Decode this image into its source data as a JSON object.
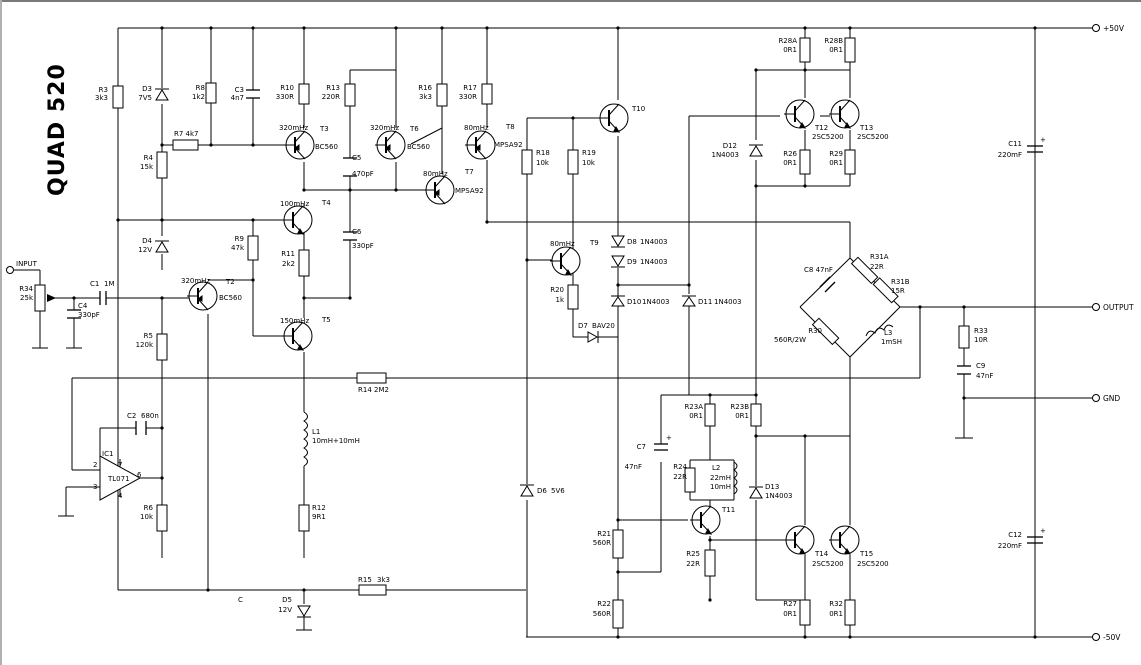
{
  "title": "QUAD 520",
  "rails": {
    "pos": "+50V",
    "neg": "-50V",
    "out": "OUTPUT",
    "gnd": "GND",
    "in": "INPUT"
  },
  "node_c": "C",
  "resistors": [
    {
      "id": "r3",
      "name": "R3",
      "value": "3k3"
    },
    {
      "id": "r8",
      "name": "R8",
      "value": "1k2"
    },
    {
      "id": "r7",
      "name": "R7 4k7",
      "value": ""
    },
    {
      "id": "r4",
      "name": "R4",
      "value": "15k"
    },
    {
      "id": "r10",
      "name": "R10",
      "value": "330R"
    },
    {
      "id": "r13",
      "name": "R13",
      "value": "220R"
    },
    {
      "id": "r16",
      "name": "R16",
      "value": "3k3"
    },
    {
      "id": "r17",
      "name": "R17",
      "value": "330R"
    },
    {
      "id": "r18",
      "name": "R18",
      "value": "10k"
    },
    {
      "id": "r19",
      "name": "R19",
      "value": "10k"
    },
    {
      "id": "r9",
      "name": "R9",
      "value": "47k"
    },
    {
      "id": "r11",
      "name": "R11",
      "value": "2k2"
    },
    {
      "id": "r34",
      "name": "R34",
      "value": "25k"
    },
    {
      "id": "r5",
      "name": "R5",
      "value": "120k"
    },
    {
      "id": "r6",
      "name": "R6",
      "value": "10k"
    },
    {
      "id": "r12",
      "name": "R12",
      "value": "9R1"
    },
    {
      "id": "r14",
      "name": "R14 2M2",
      "value": ""
    },
    {
      "id": "r15",
      "name": "R15",
      "value": "3k3"
    },
    {
      "id": "r20",
      "name": "R20",
      "value": "1k"
    },
    {
      "id": "r28a",
      "name": "R28A",
      "value": "0R1"
    },
    {
      "id": "r28b",
      "name": "R28B",
      "value": "0R1"
    },
    {
      "id": "r26",
      "name": "R26",
      "value": "0R1"
    },
    {
      "id": "r29",
      "name": "R29",
      "value": "0R1"
    },
    {
      "id": "r31a",
      "name": "R31A",
      "value": "22R"
    },
    {
      "id": "r31b",
      "name": "R31B",
      "value": "15R"
    },
    {
      "id": "r30",
      "name": "R30",
      "value": "560R/2W"
    },
    {
      "id": "r33",
      "name": "R33",
      "value": "10R"
    },
    {
      "id": "r23a",
      "name": "R23A",
      "value": "0R1"
    },
    {
      "id": "r23b",
      "name": "R23B",
      "value": "0R1"
    },
    {
      "id": "r24",
      "name": "R24",
      "value": "22R"
    },
    {
      "id": "r21",
      "name": "R21",
      "value": "560R"
    },
    {
      "id": "r25",
      "name": "R25",
      "value": "22R"
    },
    {
      "id": "r22",
      "name": "R22",
      "value": "560R"
    },
    {
      "id": "r27",
      "name": "R27",
      "value": "0R1"
    },
    {
      "id": "r32",
      "name": "R32",
      "value": "0R1"
    }
  ],
  "capacitors": [
    {
      "id": "c3",
      "name": "C3",
      "value": "4n7"
    },
    {
      "id": "c1",
      "name": "C1",
      "value": "1M"
    },
    {
      "id": "c4",
      "name": "C4",
      "value": "330pF"
    },
    {
      "id": "c5",
      "name": "C5",
      "value": "470pF"
    },
    {
      "id": "c6",
      "name": "C6",
      "value": "330pF"
    },
    {
      "id": "c2",
      "name": "C2",
      "value": "680n"
    },
    {
      "id": "c7",
      "name": "C7",
      "value": "47nF"
    },
    {
      "id": "c8",
      "name": "C8 47nF",
      "value": ""
    },
    {
      "id": "c9",
      "name": "C9",
      "value": "47nF"
    },
    {
      "id": "c11",
      "name": "C11",
      "value": "220mF"
    },
    {
      "id": "c12",
      "name": "C12",
      "value": "220mF"
    }
  ],
  "diodes": [
    {
      "id": "d3",
      "name": "D3",
      "value": "7V5"
    },
    {
      "id": "d4",
      "name": "D4",
      "value": "12V"
    },
    {
      "id": "d5",
      "name": "D5",
      "value": "12V"
    },
    {
      "id": "d6",
      "name": "D6",
      "value": "5V6"
    },
    {
      "id": "d7",
      "name": "D7",
      "value": "BAV20"
    },
    {
      "id": "d8",
      "name": "D8",
      "value": "1N4003"
    },
    {
      "id": "d9",
      "name": "D9",
      "value": "1N4003"
    },
    {
      "id": "d10",
      "name": "D10",
      "value": "1N4003"
    },
    {
      "id": "d11",
      "name": "D11",
      "value": "1N4003"
    },
    {
      "id": "d12",
      "name": "D12",
      "value": "1N4003"
    },
    {
      "id": "d13",
      "name": "D13",
      "value": "1N4003"
    }
  ],
  "transistors": [
    {
      "id": "t3",
      "name": "T3",
      "type": "BC560",
      "hint": "320mHz"
    },
    {
      "id": "t6",
      "name": "T6",
      "type": "BC560",
      "hint": "320mHz"
    },
    {
      "id": "t8",
      "name": "T8",
      "type": "MPSA92",
      "hint": "80mHz"
    },
    {
      "id": "t7",
      "name": "T7",
      "type": "MPSA92",
      "hint": "80mHz"
    },
    {
      "id": "t4",
      "name": "T4",
      "type": "",
      "hint": "100mHz"
    },
    {
      "id": "t2",
      "name": "T2",
      "type": "BC560",
      "hint": "320mHz"
    },
    {
      "id": "t5",
      "name": "T5",
      "type": "",
      "hint": "150mHz"
    },
    {
      "id": "t10",
      "name": "T10",
      "type": "",
      "hint": ""
    },
    {
      "id": "t9",
      "name": "T9",
      "type": "",
      "hint": "80mHz"
    },
    {
      "id": "t12",
      "name": "T12",
      "type": "2SC5200",
      "hint": ""
    },
    {
      "id": "t13",
      "name": "T13",
      "type": "2SC5200",
      "hint": ""
    },
    {
      "id": "t11",
      "name": "T11",
      "type": "",
      "hint": ""
    },
    {
      "id": "t14",
      "name": "T14",
      "type": "2SC5200",
      "hint": ""
    },
    {
      "id": "t15",
      "name": "T15",
      "type": "2SC5200",
      "hint": ""
    }
  ],
  "inductors": [
    {
      "id": "l1",
      "name": "L1",
      "value": "10mH+10mH"
    },
    {
      "id": "l2",
      "name": "L2",
      "value": "22mH",
      "value2": "10mH"
    },
    {
      "id": "l3",
      "name": "L3",
      "value": "1mSH"
    }
  ],
  "opamp": {
    "name": "IC1",
    "type": "TL071",
    "pins": [
      "2",
      "7",
      "3",
      "4",
      "6"
    ]
  }
}
